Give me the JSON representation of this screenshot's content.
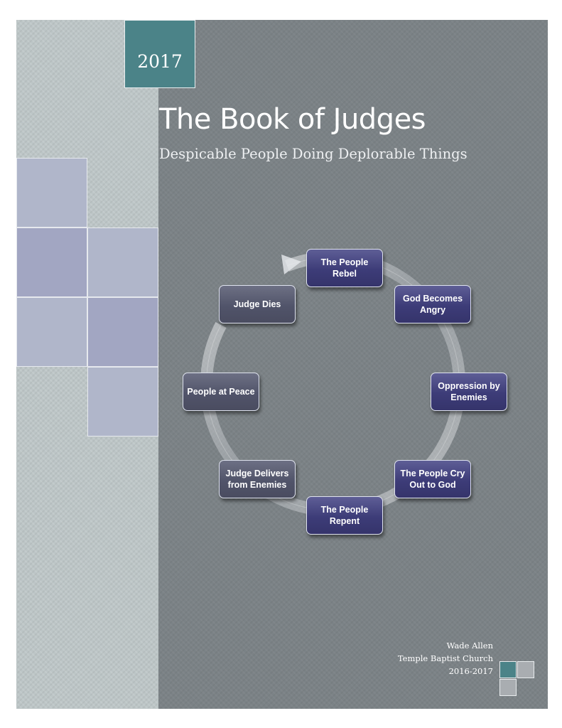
{
  "cover": {
    "year": "2017",
    "title": "The Book of Judges",
    "subtitle": "Despicable People Doing Deplorable Things"
  },
  "cycle": {
    "nodes": [
      {
        "label": "The People Rebel",
        "style": "blue"
      },
      {
        "label": "God Becomes Angry",
        "style": "blue"
      },
      {
        "label": "Oppression by Enemies",
        "style": "blue"
      },
      {
        "label": "The People Cry Out to God",
        "style": "blue"
      },
      {
        "label": "The People Repent",
        "style": "blue"
      },
      {
        "label": "Judge Delivers from Enemies",
        "style": "gray"
      },
      {
        "label": "People at Peace",
        "style": "gray"
      },
      {
        "label": "Judge Dies",
        "style": "gray"
      }
    ]
  },
  "author": {
    "name": "Wade Allen",
    "church": "Temple Baptist Church",
    "years": "2016-2017"
  },
  "colors": {
    "accent_teal": "#4b8388",
    "node_blue": "#3d3c78",
    "node_gray": "#51546a",
    "square_lavender": "#a7abc4",
    "panel_gray": "#7b8286"
  }
}
